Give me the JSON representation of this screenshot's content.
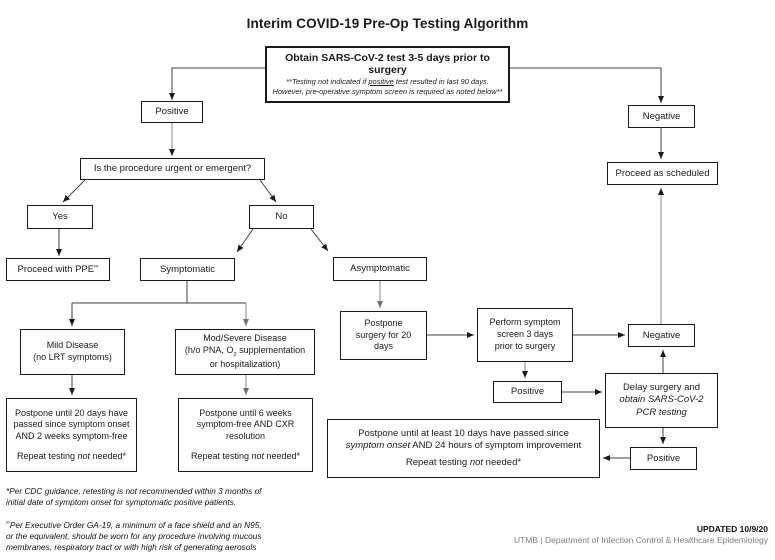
{
  "title": "Interim COVID-19 Pre-Op Testing Algorithm",
  "nodes": {
    "obtain": {
      "head": "Obtain SARS-CoV-2 test 3-5 days prior to surgery",
      "note_pre": "**Testing not indicated if ",
      "note_underlined": "positive",
      "note_post": " test resulted in last 90 days.",
      "note_rest": "However, pre-operative symptom screen is required as noted below**"
    },
    "positive1": {
      "label": "Positive"
    },
    "negative1": {
      "label": "Negative"
    },
    "urgent": {
      "label": "Is the procedure urgent or emergent?"
    },
    "yes": {
      "label": "Yes"
    },
    "no": {
      "label": "No"
    },
    "ppe": {
      "label": "Proceed with PPE",
      "sup": "∞"
    },
    "symptomatic": {
      "label": "Symptomatic"
    },
    "asymptomatic": {
      "label": "Asymptomatic"
    },
    "proceed": {
      "label": "Proceed as scheduled"
    },
    "mild": {
      "line1": "Mild Disease",
      "line2": "(no LRT symptoms)"
    },
    "mod": {
      "line1": "Mod/Severe Disease",
      "line2_pre": "(h/o PNA, O",
      "line2_sub": "2",
      "line2_post": " supplementation",
      "line3": "or hospitalization)"
    },
    "postpone20": {
      "lines": [
        "Postpone until 20 days have",
        "passed since symptom onset",
        "AND 2 weeks symptom-free"
      ],
      "repeat_pre": "Repeat testing ",
      "repeat_italic": "not",
      "repeat_post": " needed*"
    },
    "postpone6": {
      "lines": [
        "Postpone until 6 weeks",
        "symptom-free AND CXR",
        "resolution"
      ],
      "repeat_pre": "Repeat testing ",
      "repeat_italic": "not",
      "repeat_post": " needed*"
    },
    "postpone_surgery": {
      "lines": [
        "Postpone",
        "surgery for 20",
        "days"
      ]
    },
    "perform": {
      "lines": [
        "Perform symptom",
        "screen 3 days",
        "prior to surgery"
      ]
    },
    "positive2": {
      "label": "Positive"
    },
    "negative2": {
      "label": "Negative"
    },
    "delay": {
      "line1": "Delay surgery and",
      "line2_italic": "obtain SARS-CoV-2 PCR testing"
    },
    "positive3": {
      "label": "Positive"
    },
    "postpone10": {
      "line1": "Postpone until at least 10 days have passed since",
      "line2_italic": "symptom onset",
      "line2_post": " AND 24 hours of symptom improvement",
      "repeat_pre": "Repeat testing ",
      "repeat_italic": "not",
      "repeat_post": " needed*"
    }
  },
  "footnotes": {
    "f1_lines": [
      "*Per CDC guidance, retesting is not recommended within 3 months of",
      "initial date of symptom onset for symptomatic positive patients."
    ],
    "f2_sup": "∞",
    "f2_lines": [
      "Per Executive Order GA-19, a minimum of a face shield and an N95,",
      "or the equivalent, should be worn for any procedure involving mucous",
      "membranes, respiratory tract or with high risk of generating aerosols"
    ]
  },
  "footer": {
    "updated": "UPDATED 10/9/20",
    "org": "UTMB | Department of Infection Control & Healthcare Epidemiology"
  },
  "colors": {
    "line": "#404040",
    "gray_line": "#8a8a8a",
    "text": "#1a1a1a",
    "footer_gray": "#7f7f7f",
    "background": "#ffffff"
  }
}
